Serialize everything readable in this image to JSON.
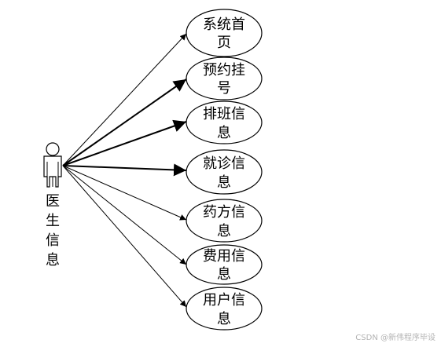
{
  "actor": {
    "label_chars": [
      "医",
      "生",
      "信",
      "息"
    ]
  },
  "use_cases": [
    {
      "line1": "系统首",
      "line2": "页"
    },
    {
      "line1": "预约挂",
      "line2": "号"
    },
    {
      "line1": "排班信",
      "line2": "息"
    },
    {
      "line1": "就诊信",
      "line2": "息"
    },
    {
      "line1": "药方信",
      "line2": "息"
    },
    {
      "line1": "费用信",
      "line2": "息"
    },
    {
      "line1": "用户信",
      "line2": "息"
    }
  ],
  "watermark": "CSDN @新伟程序毕设",
  "colors": {
    "stroke": "#000000",
    "background": "#ffffff",
    "watermark": "#b3b3b3"
  }
}
